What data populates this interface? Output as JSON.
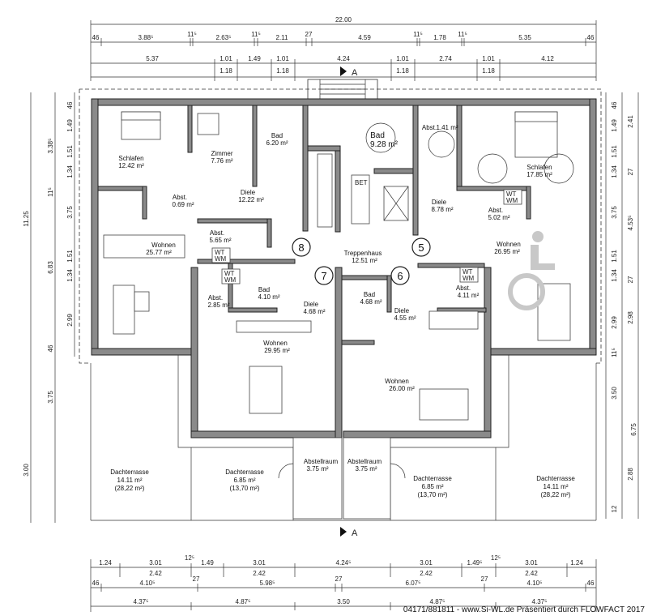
{
  "footer": "04171/881811 - www.Si-WL.de Präsentiert durch FLOWFACT 2017",
  "section_label": "A",
  "top_dims": {
    "overall": "22.00",
    "row1": [
      "46",
      "3.88⁵",
      "11⁵",
      "2.63⁵",
      "11⁵",
      "2.11",
      "27",
      "4.59",
      "11⁵",
      "1.78",
      "11⁵",
      "5.35",
      "46"
    ],
    "row2a": [
      "5.37",
      "1.01",
      "1.49",
      "1.01",
      "4.24",
      "1.01",
      "2.74",
      "1.01",
      "4.12"
    ],
    "row2b": [
      "1.18",
      "1.18",
      "1.18",
      "1.18"
    ]
  },
  "bottom_dims": {
    "row1": [
      "1.24",
      "3.01",
      "12⁵",
      "1.49",
      "3.01",
      "4.24⁵",
      "3.01",
      "1.49⁵",
      "12⁵",
      "3.01",
      "1.24"
    ],
    "row2": [
      "2.42",
      "2.42",
      "2.42",
      "2.42"
    ],
    "row3": [
      "46",
      "4.10⁵",
      "27",
      "5.98⁵",
      "27",
      "6.07⁵",
      "27",
      "4.10⁵",
      "46"
    ],
    "row4": [
      "4.37⁵",
      "4.87⁵",
      "3.50",
      "4.87⁵",
      "4.37⁵"
    ]
  },
  "left_dims": {
    "outer": [
      "11.25",
      "3.00"
    ],
    "inner": [
      "3.38⁵",
      "11⁵",
      "6.83",
      "46",
      "3.75"
    ],
    "rows": [
      "46",
      "1.49",
      "1.51",
      "1.34",
      "3.75",
      "1.51",
      "1.34",
      "2.99"
    ]
  },
  "right_dims": {
    "rows": [
      "46",
      "1.49",
      "1.51",
      "1.34",
      "3.75",
      "1.51",
      "1.34",
      "2.99",
      "11⁵",
      "3.50",
      "12"
    ],
    "mid": [
      "2.41",
      "27",
      "4.53⁵",
      "27",
      "2.98",
      "2.88"
    ],
    "outer": [
      "6.75"
    ]
  },
  "units": [
    "8",
    "7",
    "6",
    "5"
  ],
  "rooms": [
    {
      "name": "Schlafen",
      "area": "12.42 m²"
    },
    {
      "name": "Zimmer",
      "area": "7.76 m²"
    },
    {
      "name": "Bad",
      "area": "6.20 m²"
    },
    {
      "name": "Bad",
      "area": "9.28 m²"
    },
    {
      "name": "Abst.",
      "area": "1.41 m²"
    },
    {
      "name": "Schlafen",
      "area": "17.85 m²"
    },
    {
      "name": "Abst.",
      "area": "0.69 m²"
    },
    {
      "name": "Diele",
      "area": "12.22 m²"
    },
    {
      "name": "Abst.",
      "area": "5.65 m²"
    },
    {
      "name": "Diele",
      "area": "8.78 m²"
    },
    {
      "name": "Abst.",
      "area": "5.02 m²"
    },
    {
      "name": "Wohnen",
      "area": "25.77 m²"
    },
    {
      "name": "Treppenhaus",
      "area": "12.51 m²"
    },
    {
      "name": "Wohnen",
      "area": "26.95 m²"
    },
    {
      "name": "Abst.",
      "area": "2.85 m²"
    },
    {
      "name": "Bad",
      "area": "4.10 m²"
    },
    {
      "name": "Diele",
      "area": "4.68 m²"
    },
    {
      "name": "Bad",
      "area": "4.68 m²"
    },
    {
      "name": "Diele",
      "area": "4.55 m²"
    },
    {
      "name": "Abst.",
      "area": "4.11 m²"
    },
    {
      "name": "Wohnen",
      "area": "29.95 m²"
    },
    {
      "name": "Wohnen",
      "area": "26.00 m²"
    }
  ],
  "terraces": [
    {
      "name": "Dachterrasse",
      "area": "14.11 m²",
      "half": "(28,22 m²)"
    },
    {
      "name": "Dachterrasse",
      "area": "6.85 m²",
      "half": "(13,70 m²)"
    },
    {
      "name": "Abstellraum",
      "area": "3.75 m²",
      "half": ""
    },
    {
      "name": "Abstellraum",
      "area": "3.75 m²",
      "half": ""
    },
    {
      "name": "Dachterrasse",
      "area": "6.85 m²",
      "half": "(13,70 m²)"
    },
    {
      "name": "Dachterrasse",
      "area": "14.11 m²",
      "half": "(28,22 m²)"
    }
  ],
  "labels": {
    "wt": "WT",
    "wm": "WM",
    "bet": "BET"
  }
}
